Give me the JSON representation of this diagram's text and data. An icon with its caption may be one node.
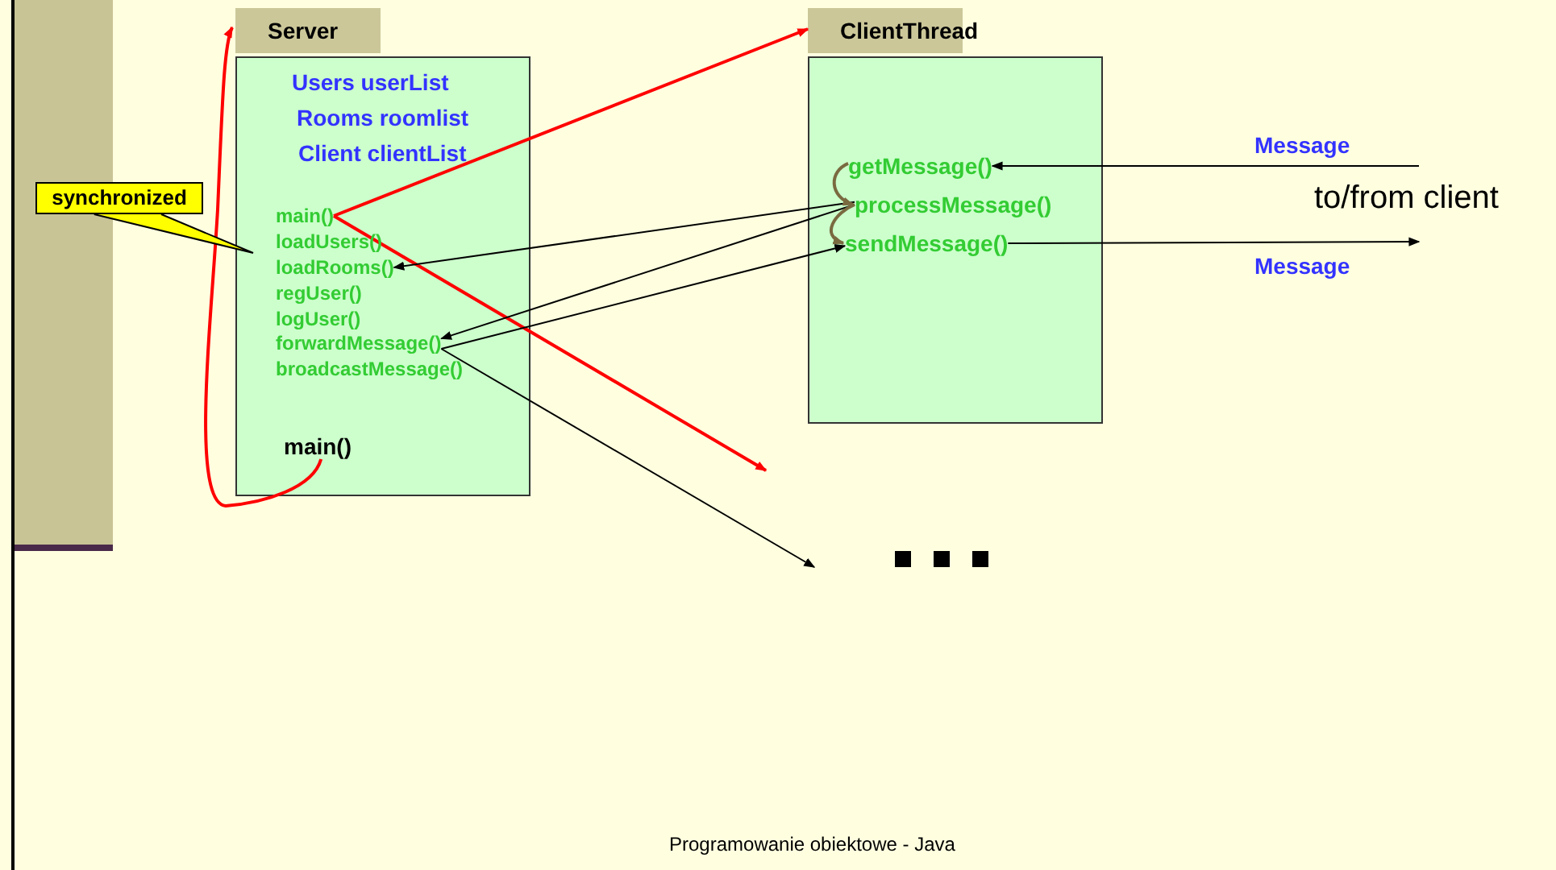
{
  "diagram": {
    "nodes": [
      {
        "text": [
          "Server",
          "Users userList",
          "Rooms roomlist",
          "Client clientList"
        ]
      },
      {
        "text": [
          "main()"
        ],
        "in": 0
      },
      {
        "text": [
          "loadUsers()"
        ],
        "in": 0
      },
      {
        "text": [
          "loadRooms()"
        ],
        "in": 0
      },
      {
        "text": [
          "regUser()"
        ],
        "in": 0
      },
      {
        "text": [
          "logUser()"
        ],
        "in": 0
      },
      {
        "text": [
          "forwardMessage()"
        ],
        "in": 0
      },
      {
        "text": [
          "broadcastMessage()"
        ],
        "in": 0
      },
      {
        "text": [
          "main()"
        ],
        "in": 0
      },
      {
        "text": [
          "ClientThread"
        ]
      },
      {
        "text": [
          "getMessage()"
        ],
        "in": 9
      },
      {
        "text": [
          "processMessage()"
        ],
        "in": 9
      },
      {
        "text": [
          "sendMessage()"
        ],
        "in": 9
      },
      {
        "text": [
          "synchronized"
        ]
      }
    ],
    "edges": [
      {
        "from": 8,
        "to": 0,
        "arrow": "to",
        "color": "#ff0000"
      },
      {
        "from": 1,
        "to": 9,
        "arrow": "to",
        "color": "#ff0000"
      },
      {
        "from": 1,
        "to": null,
        "arrow": "to",
        "color": "#ff0000"
      },
      {
        "from": 11,
        "to": 3,
        "arrow": "to"
      },
      {
        "from": 11,
        "to": 6,
        "arrow": "to"
      },
      {
        "from": 6,
        "to": 12,
        "arrow": "to"
      },
      {
        "from": 6,
        "to": null,
        "arrow": "to"
      },
      {
        "from": null,
        "to": 10,
        "arrow": "to",
        "label": "Message"
      },
      {
        "from": 12,
        "to": null,
        "arrow": "to",
        "label": "Message"
      },
      {
        "from": 10,
        "to": 11,
        "arrow": "to",
        "color": "#7a6a40"
      },
      {
        "from": 11,
        "to": 12,
        "arrow": "to",
        "color": "#7a6a40"
      },
      {
        "from": 13,
        "to": null,
        "arrow": "none"
      }
    ],
    "labels": [
      "to/from client",
      "Programowanie obiektowe - Java"
    ]
  }
}
